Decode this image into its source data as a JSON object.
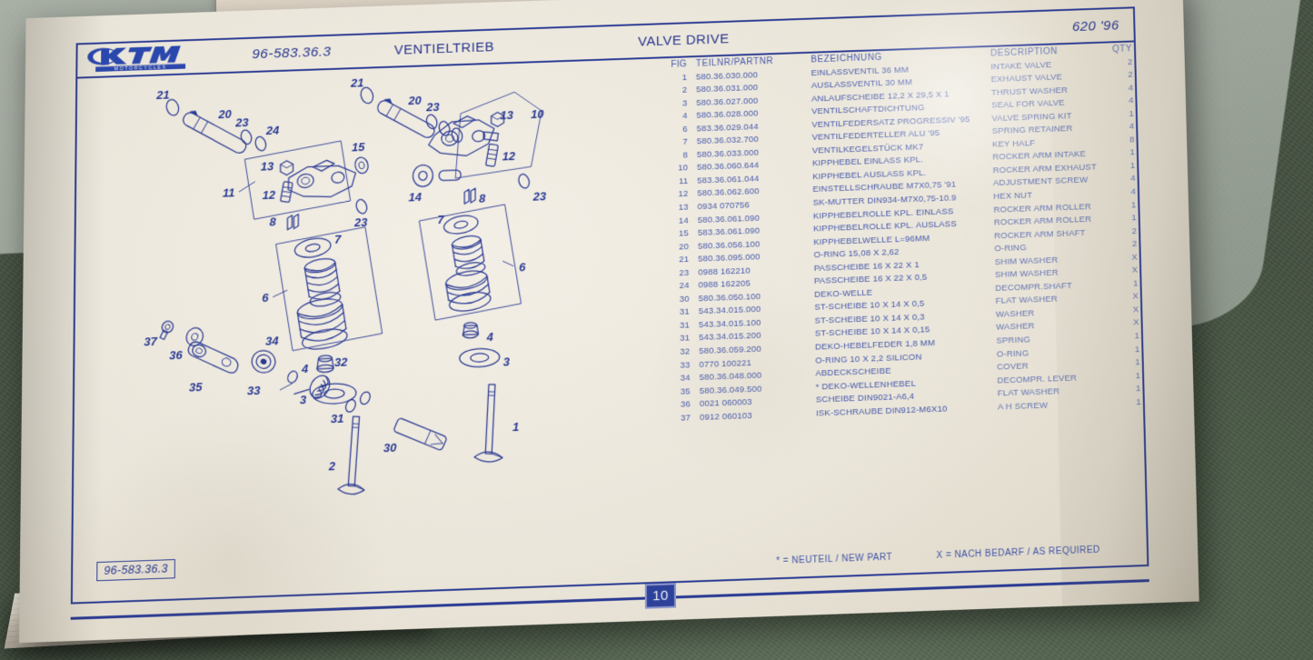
{
  "catalog": {
    "logo_text": "KTM",
    "logo_subtext": "MOTORCYCLES",
    "doc_number": "96-583.36.3",
    "title_de": "VENTIELTRIEB",
    "title_en": "VALVE DRIVE",
    "model": "620 '96",
    "page_number": "10",
    "bottom_doc_number": "96-583.36.3"
  },
  "table": {
    "headers": {
      "fig": "FIG",
      "part": "TEILNR/PARTNR",
      "description_de": "BEZEICHNUNG",
      "description_en": "DESCRIPTION",
      "qty": "QTY"
    },
    "rows": [
      {
        "fig": "1",
        "part": "580.36.030.000",
        "de": "EINLASSVENTIL 36 MM",
        "en": "INTAKE VALVE",
        "qty": "2"
      },
      {
        "fig": "2",
        "part": "580.36.031.000",
        "de": "AUSLASSVENTIL 30 MM",
        "en": "EXHAUST VALVE",
        "qty": "2"
      },
      {
        "fig": "3",
        "part": "580.36.027.000",
        "de": "ANLAUFSCHEIBE 12,2 X 29,5 X 1",
        "en": "THRUST WASHER",
        "qty": "4"
      },
      {
        "fig": "4",
        "part": "580.36.028.000",
        "de": "VENTILSCHAFTDICHTUNG",
        "en": "SEAL FOR VALVE",
        "qty": "4"
      },
      {
        "fig": "6",
        "part": "583.36.029.044",
        "de": "VENTILFEDERSATZ PROGRESSIV '95",
        "en": "VALVE SPRING KIT",
        "qty": "1"
      },
      {
        "fig": "7",
        "part": "580.36.032.700",
        "de": "VENTILFEDERTELLER ALU     '95",
        "en": "SPRING RETAINER",
        "qty": "4"
      },
      {
        "fig": "8",
        "part": "580.36.033.000",
        "de": "VENTILKEGELSTÜCK MK7",
        "en": "KEY HALF",
        "qty": "8"
      },
      {
        "fig": "10",
        "part": "580.36.060.644",
        "de": "KIPPHEBEL EINLASS KPL.",
        "en": "ROCKER ARM INTAKE",
        "qty": "1"
      },
      {
        "fig": "11",
        "part": "583.36.061.044",
        "de": "KIPPHEBEL AUSLASS KPL.",
        "en": "ROCKER ARM EXHAUST",
        "qty": "1"
      },
      {
        "fig": "12",
        "part": "580.36.062.600",
        "de": "EINSTELLSCHRAUBE M7X0,75  '91",
        "en": "ADJUSTMENT SCREW",
        "qty": "4"
      },
      {
        "fig": "13",
        "part": "0934 070756",
        "de": "SK-MUTTER DIN934-M7X0,75-10.9",
        "en": "HEX NUT",
        "qty": "4"
      },
      {
        "fig": "14",
        "part": "580.36.061.090",
        "de": "KIPPHEBELROLLE KPL. EINLASS",
        "en": "ROCKER ARM ROLLER",
        "qty": "1"
      },
      {
        "fig": "15",
        "part": "583.36.061.090",
        "de": "KIPPHEBELROLLE  KPL. AUSLASS",
        "en": "ROCKER ARM ROLLER",
        "qty": "1"
      },
      {
        "fig": "20",
        "part": "580.36.056.100",
        "de": "KIPPHEBELWELLE L=96MM",
        "en": "ROCKER ARM SHAFT",
        "qty": "2"
      },
      {
        "fig": "21",
        "part": "580.36.095.000",
        "de": "O-RING 15,08 X 2,62",
        "en": "O-RING",
        "qty": "2"
      },
      {
        "fig": "23",
        "part": "0988 162210",
        "de": "PASSCHEIBE 16 X 22 X 1",
        "en": "SHIM WASHER",
        "qty": "X"
      },
      {
        "fig": "24",
        "part": "0988 162205",
        "de": "PASSCHEIBE 16 X 22 X 0,5",
        "en": "SHIM WASHER",
        "qty": "X"
      },
      {
        "fig": "30",
        "part": "580.36.050.100",
        "de": "DEKO-WELLE",
        "en": "DECOMPR.SHAFT",
        "qty": "1"
      },
      {
        "fig": "31",
        "part": "543.34.015.000",
        "de": "ST-SCHEIBE 10 X 14 X 0,5",
        "en": "FLAT WASHER",
        "qty": "X"
      },
      {
        "fig": "31",
        "part": "543.34.015.100",
        "de": "ST-SCHEIBE 10 X 14 X 0,3",
        "en": "WASHER",
        "qty": "X"
      },
      {
        "fig": "31",
        "part": "543.34.015.200",
        "de": "ST-SCHEIBE 10 X 14 X 0,15",
        "en": "WASHER",
        "qty": "X"
      },
      {
        "fig": "32",
        "part": "580.36.059.200",
        "de": "DEKO-HEBELFEDER  1,8 MM",
        "en": "SPRING",
        "qty": "1"
      },
      {
        "fig": "33",
        "part": "0770 100221",
        "de": "O-RING 10 X 2,2 SILICON",
        "en": "O-RING",
        "qty": "1"
      },
      {
        "fig": "34",
        "part": "580.36.048.000",
        "de": "ABDECKSCHEIBE",
        "en": "COVER",
        "qty": "1"
      },
      {
        "fig": "35",
        "part": "580.36.049.500",
        "de": "* DEKO-WELLENHEBEL",
        "en": "DECOMPR. LEVER",
        "qty": "1"
      },
      {
        "fig": "36",
        "part": "0021 060003",
        "de": "SCHEIBE DIN9021-A6,4",
        "en": "FLAT WASHER",
        "qty": "1"
      },
      {
        "fig": "37",
        "part": "0912 060103",
        "de": "ISK-SCHRAUBE DIN912-M6X10",
        "en": "A H SCREW",
        "qty": "1"
      }
    ]
  },
  "legend": {
    "new_part": "* = NEUTEIL / NEW PART",
    "as_required": "X = NACH BEDARF / AS REQUIRED"
  },
  "diagram": {
    "callouts": [
      "21",
      "20",
      "23",
      "24",
      "13",
      "12",
      "11",
      "23",
      "8",
      "7",
      "6",
      "4",
      "3",
      "2",
      "15",
      "21",
      "20",
      "23",
      "10",
      "13",
      "12",
      "14",
      "8",
      "23",
      "1",
      "6",
      "4",
      "3",
      "37",
      "36",
      "35",
      "34",
      "33",
      "32",
      "31",
      "30"
    ]
  },
  "colors": {
    "ink_blue": "#2b3a8f",
    "text_blue": "#4558a8",
    "paper": "#eae5d9",
    "desk_green": "#4e5e4a",
    "badge_blue": "#2f4196"
  }
}
